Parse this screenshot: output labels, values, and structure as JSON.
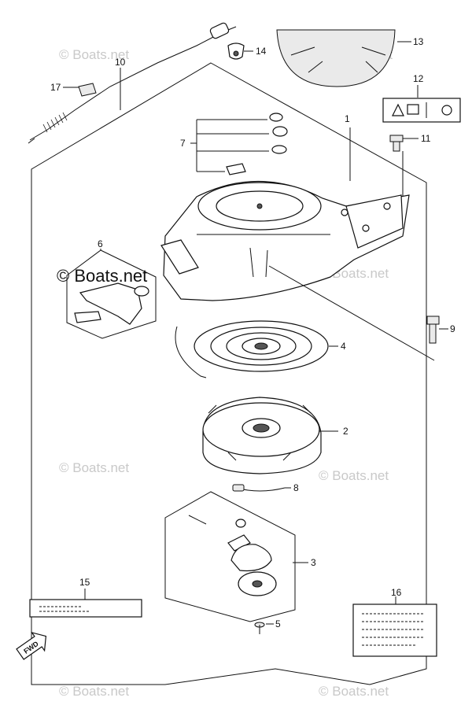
{
  "watermarks": {
    "main": "© Boats.net",
    "faint": "© Boats.net"
  },
  "callouts": [
    {
      "id": "1",
      "text": "1"
    },
    {
      "id": "2",
      "text": "2"
    },
    {
      "id": "3",
      "text": "3"
    },
    {
      "id": "4",
      "text": "4"
    },
    {
      "id": "5",
      "text": "5"
    },
    {
      "id": "6",
      "text": "6"
    },
    {
      "id": "7",
      "text": "7"
    },
    {
      "id": "8",
      "text": "8"
    },
    {
      "id": "9",
      "text": "9"
    },
    {
      "id": "10",
      "text": "10"
    },
    {
      "id": "11",
      "text": "11"
    },
    {
      "id": "12",
      "text": "12"
    },
    {
      "id": "13",
      "text": "13"
    },
    {
      "id": "14",
      "text": "14"
    },
    {
      "id": "15",
      "text": "15"
    },
    {
      "id": "16",
      "text": "16"
    },
    {
      "id": "17",
      "text": "17"
    }
  ],
  "fwd_arrow": "FWD"
}
